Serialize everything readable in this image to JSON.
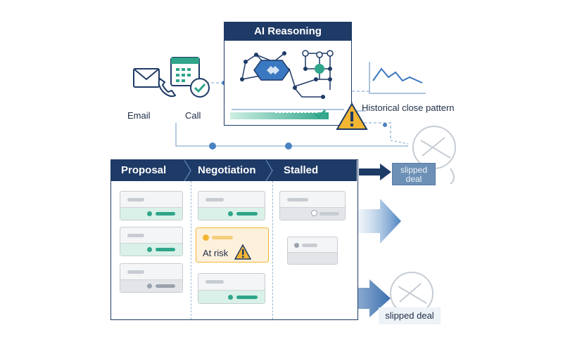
{
  "reasoning_panel": {
    "title": "AI Reasoning"
  },
  "inputs": {
    "email_label": "Email",
    "call_label": "Call"
  },
  "history": {
    "label": "Historical close pattern"
  },
  "pipeline": {
    "stages": [
      {
        "label": "Proposal"
      },
      {
        "label": "Negotiation"
      },
      {
        "label": "Stalled"
      }
    ],
    "at_risk_label": "At risk"
  },
  "outcomes": {
    "slipped_top": "slipped deal",
    "slipped_bottom": "slipped deal"
  },
  "colors": {
    "navy": "#1e3a66",
    "teal": "#2fa58a",
    "warning": "#f2b632",
    "risk_bg": "#fdf1dc",
    "arrow_blue": "#4a82c0"
  }
}
